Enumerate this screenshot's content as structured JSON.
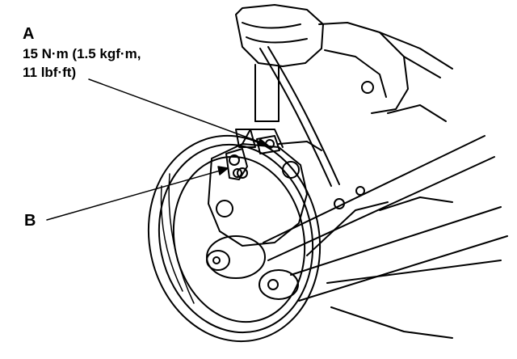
{
  "callouts": {
    "a": {
      "letter": "A",
      "torque_line1": "15 N·m (1.5 kgf·m,",
      "torque_line2": "11 lbf·ft)"
    },
    "b": {
      "letter": "B"
    }
  },
  "colors": {
    "ink": "#000000",
    "paper": "#ffffff"
  }
}
